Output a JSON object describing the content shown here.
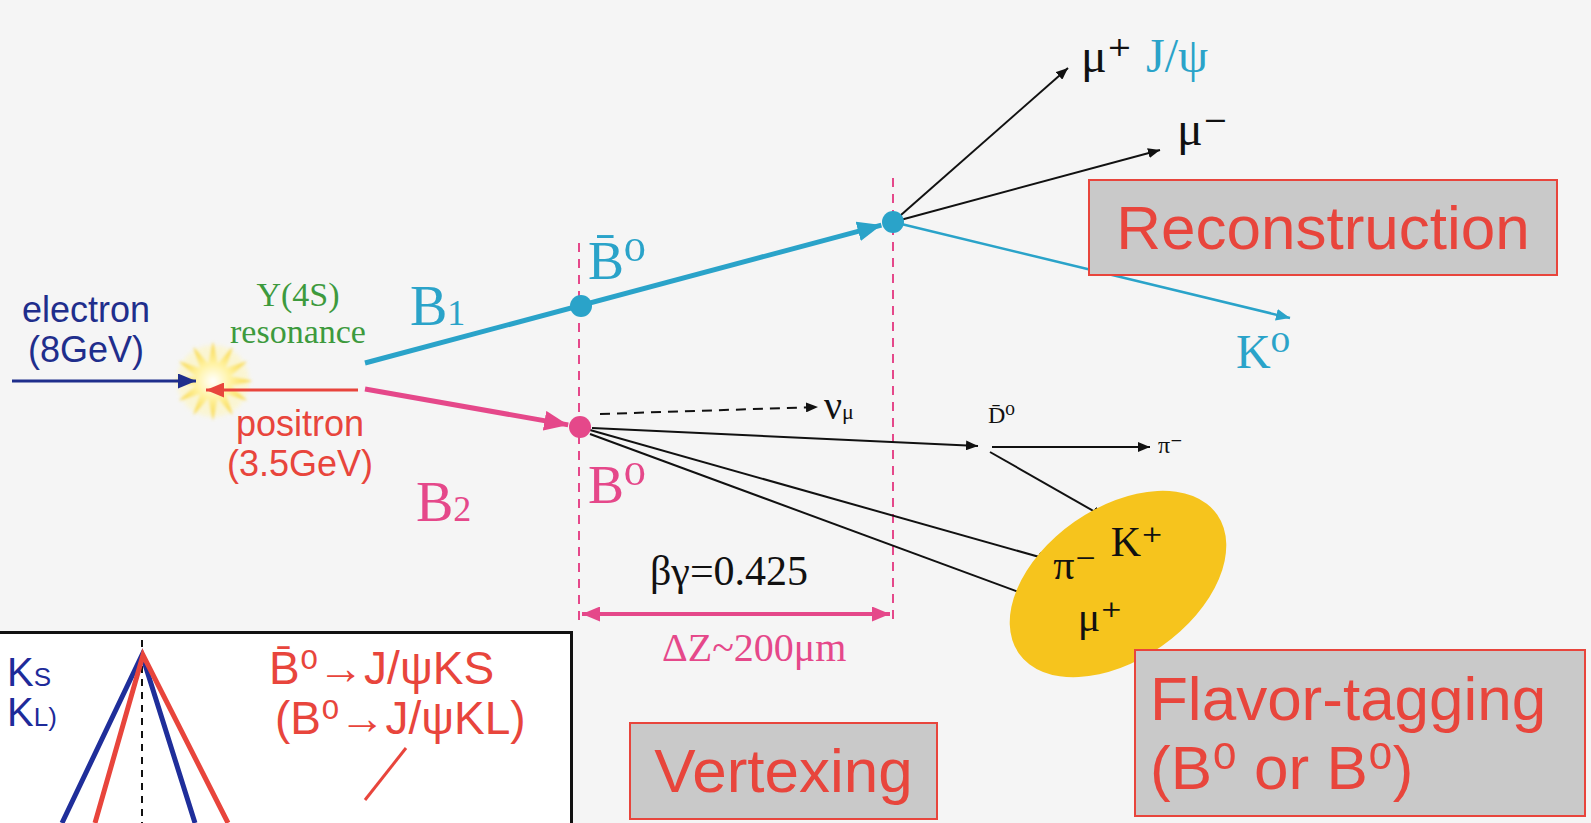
{
  "diagram": {
    "nodes": [
      {
        "text": [
          "Reconstruction"
        ]
      },
      {
        "text": [
          "π⁻",
          "K⁺",
          "μ⁺"
        ]
      },
      {
        "text": [
          "KS",
          "KL)",
          "B̄⁰→J/ψKS",
          "(B⁰→J/ψKL)"
        ]
      },
      {
        "text": [
          "Flavor-tagging (B⁰ or B⁰)"
        ]
      },
      {
        "text": [
          "Vertexing"
        ]
      }
    ],
    "labels": [
      "electron (8GeV)",
      "Υ(4S) resonance",
      "positron (3.5GeV)",
      "B1",
      "B̄⁰",
      "μ⁺",
      "J/ψ",
      "μ⁻",
      "K⁰",
      "B2",
      "B⁰",
      "νμ",
      "D̄⁰",
      "π⁻",
      "βγ=0.425",
      "ΔZ~200μm"
    ]
  }
}
